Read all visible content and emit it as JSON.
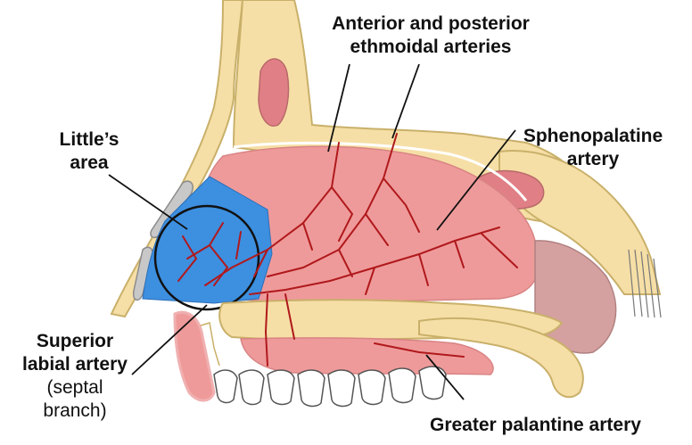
{
  "labels": {
    "ethmoidal_line1": "Anterior and posterior",
    "ethmoidal_line2": "ethmoidal arteries",
    "littles_line1": "Little’s",
    "littles_line2": "area",
    "spheno_line1": "Sphenopalatine",
    "spheno_line2": "artery",
    "labial_line1": "Superior",
    "labial_line2": "labial artery",
    "labial_line3": "(septal",
    "labial_line4": "branch)",
    "palatine": "Greater palantine artery"
  },
  "colors": {
    "bone": "#f6dfa6",
    "bone_outline": "#c9b06a",
    "cartilage": "#c8c8c8",
    "mucosa": "#ef9a9a",
    "mucosa_dark": "#e07f85",
    "littles_area": "#3d8fe0",
    "artery": "#b0191c",
    "pharynx": "#d4a0a0",
    "teeth": "#ffffff"
  }
}
